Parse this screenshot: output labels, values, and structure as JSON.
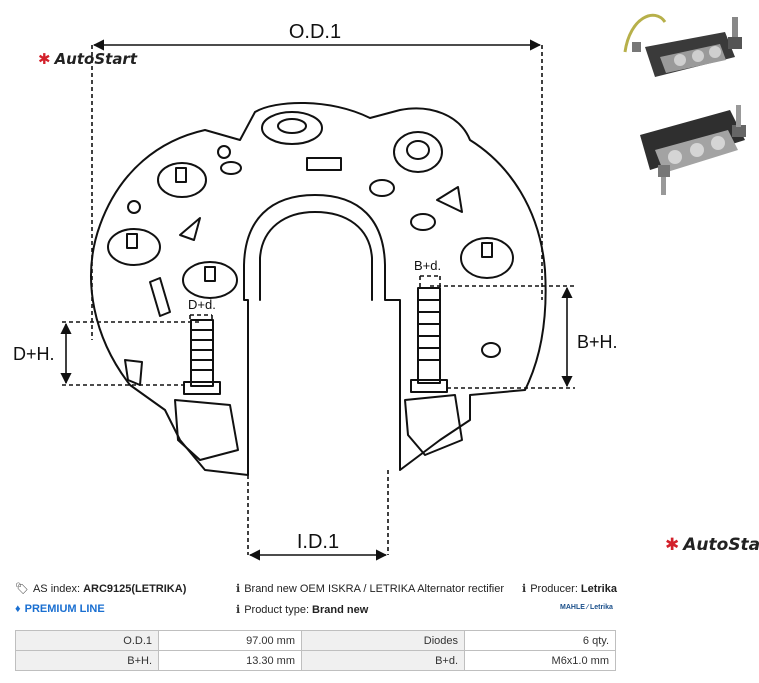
{
  "brand": {
    "name": "AutoStart",
    "side_name": "AutoStar"
  },
  "dimensions": {
    "od1": "O.D.1",
    "id1": "I.D.1",
    "dh": "D+H.",
    "bh": "B+H.",
    "dd": "D+d.",
    "bd": "B+d."
  },
  "info": {
    "as_index_label": "AS index:",
    "as_index_value": "ARC9125(LETRIKA)",
    "description": "Brand new OEM ISKRA / LETRIKA Alternator rectifier",
    "producer_label": "Producer:",
    "producer_value": "Letrika",
    "premium": "PREMIUM LINE",
    "product_type_label": "Product type:",
    "product_type_value": "Brand new",
    "brand_logo_text": "MAHLE ∕ Letrika"
  },
  "specs": [
    {
      "label1": "O.D.1",
      "value1": "97.00 mm",
      "label2": "Diodes",
      "value2": "6 qty."
    },
    {
      "label1": "B+H.",
      "value1": "13.30 mm",
      "label2": "B+d.",
      "value2": "M6x1.0 mm"
    }
  ],
  "colors": {
    "logo_red": "#d3202a",
    "premium_blue": "#1a6fd1"
  },
  "icons": [
    "tags-icon",
    "info-icon",
    "gem-icon",
    "autostart-logo-icon"
  ]
}
